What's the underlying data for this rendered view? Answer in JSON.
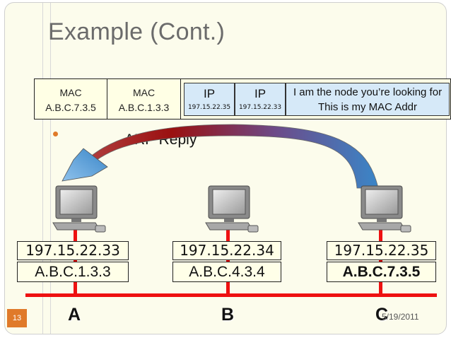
{
  "slide": {
    "title": "Example (Cont.)",
    "bullet_text": "ARP Reply",
    "slide_number": "13",
    "date": "5/19/2011"
  },
  "frame": {
    "mac_dest_label": "MAC",
    "mac_dest_value": "A.B.C.7.3.5",
    "mac_src_label": "MAC",
    "mac_src_value": "A.B.C.1.3.3",
    "ip1_label": "IP",
    "ip1_value": "197.15.22.35",
    "ip2_label": "IP",
    "ip2_value": "197.15.22.33",
    "message_line1": "I am the node you’re looking for",
    "message_line2": "This is my MAC Addr"
  },
  "nodes": [
    {
      "letter": "A",
      "ip": "197.15.22.33",
      "mac": "A.B.C.1.3.3"
    },
    {
      "letter": "B",
      "ip": "197.15.22.34",
      "mac": "A.B.C.4.3.4"
    },
    {
      "letter": "C",
      "ip": "197.15.22.35",
      "mac": "A.B.C.7.3.5"
    }
  ],
  "colors": {
    "network_line": "#ee1111",
    "arrow_start": "#3a86c8",
    "arrow_end": "#9a1010",
    "accent": "#e07a2a"
  }
}
